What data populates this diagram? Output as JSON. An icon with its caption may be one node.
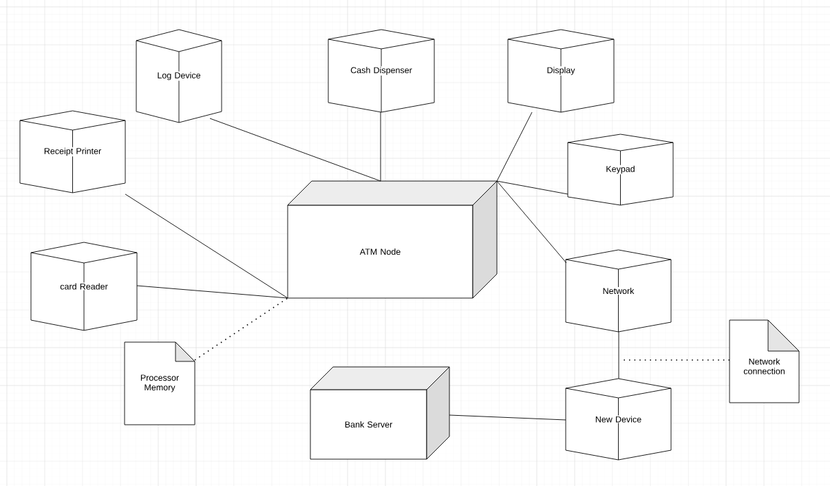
{
  "diagram": {
    "nodes": [
      {
        "text": [
          "Log Device"
        ]
      },
      {
        "text": [
          "Cash Dispenser"
        ]
      },
      {
        "text": [
          "Display"
        ]
      },
      {
        "text": [
          "Receipt Printer"
        ]
      },
      {
        "text": [
          "Keypad"
        ]
      },
      {
        "text": [
          "ATM Node"
        ]
      },
      {
        "text": [
          "card Reader"
        ]
      },
      {
        "text": [
          "Network"
        ]
      },
      {
        "text": [
          "Processor Memory"
        ]
      },
      {
        "text": [
          "Network connection"
        ]
      },
      {
        "text": [
          "Bank Server"
        ]
      },
      {
        "text": [
          "New Device"
        ]
      }
    ],
    "edges": [
      {
        "from": 0,
        "to": 5,
        "arrow": "none"
      },
      {
        "from": 1,
        "to": 5,
        "arrow": "none"
      },
      {
        "from": 2,
        "to": 5,
        "arrow": "none"
      },
      {
        "from": 3,
        "to": 5,
        "arrow": "none"
      },
      {
        "from": 4,
        "to": 5,
        "arrow": "none"
      },
      {
        "from": 5,
        "to": 7,
        "arrow": "none"
      },
      {
        "from": 6,
        "to": 5,
        "arrow": "none"
      },
      {
        "from": 8,
        "to": 5,
        "arrow": "none",
        "style": "dashed"
      },
      {
        "from": 7,
        "to": 11,
        "arrow": "none"
      },
      {
        "from": 9,
        "to": null,
        "arrow": "none",
        "style": "dashed"
      },
      {
        "from": 10,
        "to": 11,
        "arrow": "none"
      }
    ]
  }
}
